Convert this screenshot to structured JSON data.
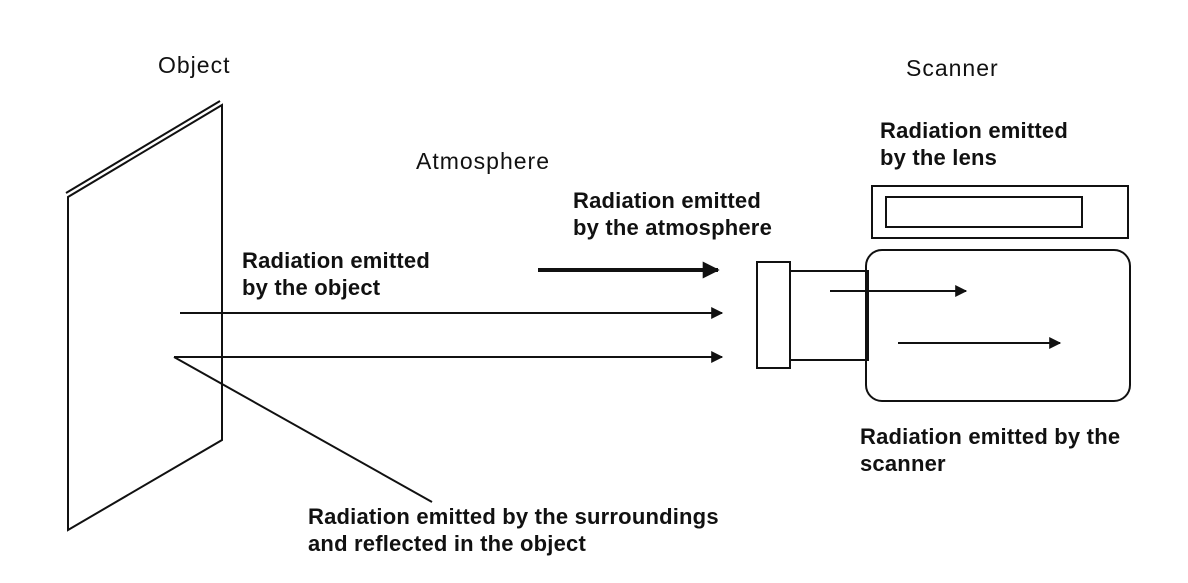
{
  "diagram": {
    "colors": {
      "line": "#111111",
      "text": "#111111",
      "background": "#ffffff"
    },
    "labels": {
      "object": "Object",
      "scanner": "Scanner",
      "atmosphere": "Atmosphere",
      "radiation_lens": {
        "line1": "Radiation emitted",
        "line2": "by the lens"
      },
      "radiation_atmosphere": {
        "line1": "Radiation emitted",
        "line2": "by the atmosphere"
      },
      "radiation_object": {
        "line1": "Radiation emitted",
        "line2": "by the object"
      },
      "radiation_scanner": {
        "line1": "Radiation emitted by the",
        "line2": "scanner"
      },
      "radiation_surroundings": {
        "line1": "Radiation emitted by the surroundings",
        "line2": "and reflected in the object"
      }
    }
  }
}
